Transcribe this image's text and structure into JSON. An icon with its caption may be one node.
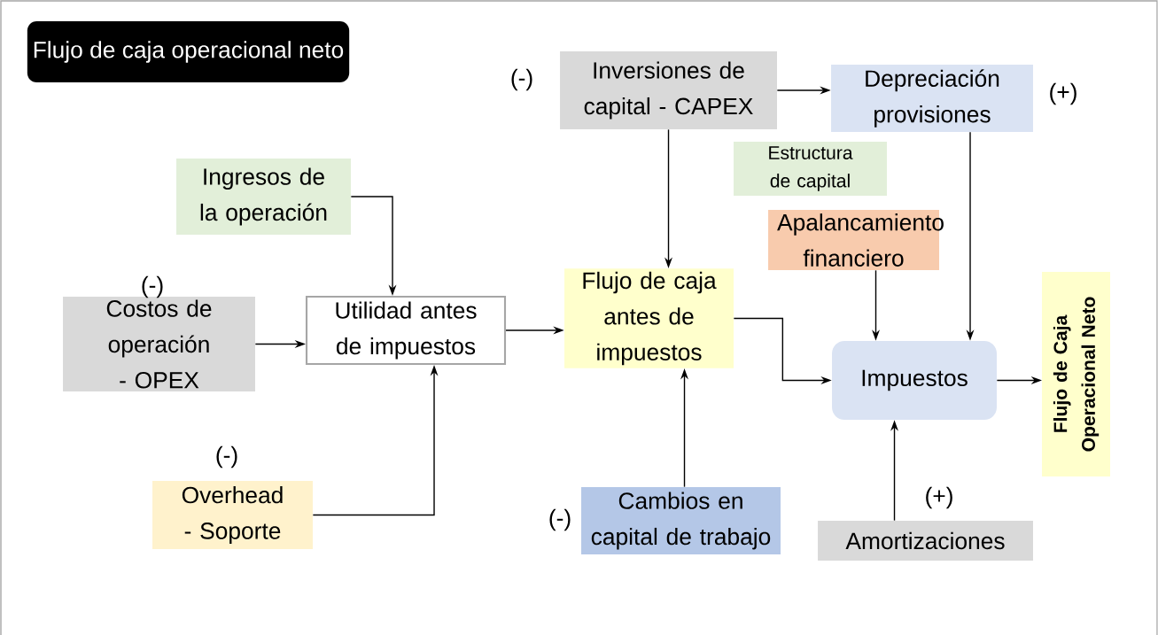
{
  "diagram": {
    "title": "Flujo de caja operacional neto",
    "nodes": [
      {
        "text": [
          "Inversiones de capital - CAPEX"
        ],
        "beside": [
          "(-)"
        ]
      },
      {
        "text": [
          "Depreciación provisiones"
        ],
        "beside": [
          "(+)"
        ]
      },
      {
        "text": [
          "Estructura de capital"
        ]
      },
      {
        "text": [
          "Ingresos de la operación"
        ]
      },
      {
        "text": [
          "Apalancamiento financiero"
        ]
      },
      {
        "text": [
          "Costos de operación - OPEX"
        ],
        "beside": [
          "(-)"
        ]
      },
      {
        "text": [
          "Utilidad antes de impuestos"
        ]
      },
      {
        "text": [
          "Flujo de caja antes de impuestos"
        ]
      },
      {
        "text": [
          "Impuestos"
        ]
      },
      {
        "text": [
          "Flujo de Caja Operacional Neto"
        ]
      },
      {
        "text": [
          "Overhead - Soporte"
        ],
        "beside": [
          "(-)"
        ]
      },
      {
        "text": [
          "Cambios en capital de trabajo"
        ],
        "beside": [
          "(-)"
        ]
      },
      {
        "text": [
          "Amortizaciones"
        ],
        "beside": [
          "(+)"
        ]
      }
    ],
    "edges": [
      {
        "from": 0,
        "to": 1,
        "arrow": "to"
      },
      {
        "from": 0,
        "to": 7,
        "arrow": "to"
      },
      {
        "from": 3,
        "to": 6,
        "arrow": "to"
      },
      {
        "from": 5,
        "to": 6,
        "arrow": "to"
      },
      {
        "from": 10,
        "to": 6,
        "arrow": "to"
      },
      {
        "from": 6,
        "to": 7,
        "arrow": "to"
      },
      {
        "from": 7,
        "to": 8,
        "arrow": "to"
      },
      {
        "from": 4,
        "to": 8,
        "arrow": "to"
      },
      {
        "from": 1,
        "to": 8,
        "arrow": "to"
      },
      {
        "from": 11,
        "to": 7,
        "arrow": "to"
      },
      {
        "from": 12,
        "to": 8,
        "arrow": "to"
      },
      {
        "from": 8,
        "to": 9,
        "arrow": "to"
      }
    ]
  }
}
